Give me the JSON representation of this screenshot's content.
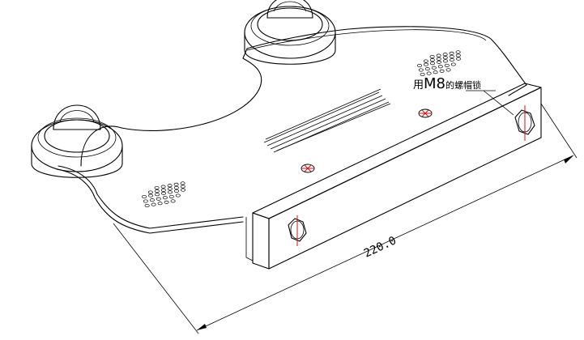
{
  "callout": {
    "prefix": "用",
    "bolt": "M8",
    "suffix": "的螺帽锁"
  },
  "dimension": {
    "overall_length": "220.0"
  },
  "colors": {
    "line": "#000000",
    "center_mark": "#d01010",
    "background": "#ffffff"
  }
}
